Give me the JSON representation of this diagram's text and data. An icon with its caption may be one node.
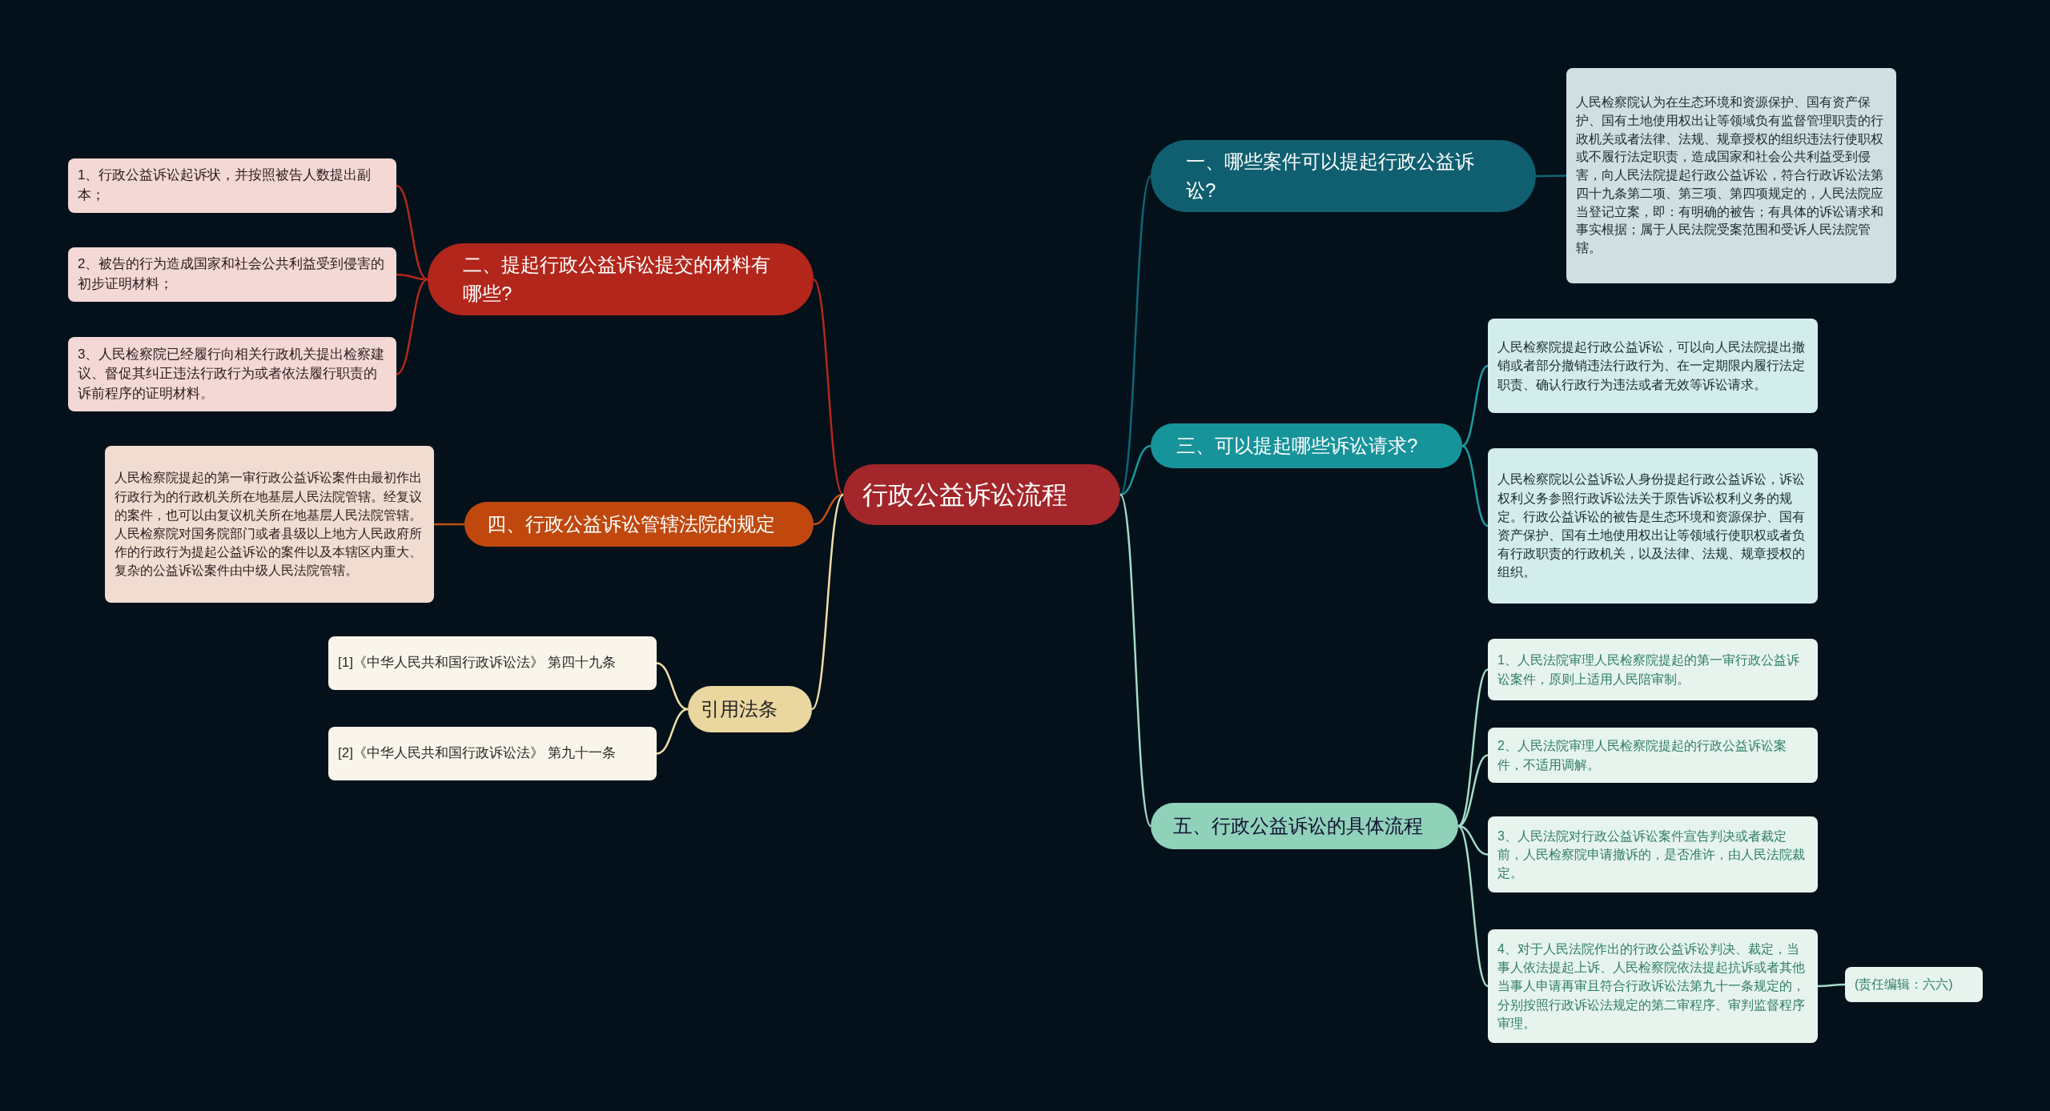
{
  "diagram": {
    "nodes": [
      {
        "text": [
          "行政公益诉讼流程"
        ]
      },
      {
        "text": [
          "一、哪些案件可以提起行政公益诉讼?"
        ]
      },
      {
        "text": [
          "人民检察院认为在生态环境和资源保护、国有资产保护、国有土地使用权出让等领域负有监督管理职责的行政机关或者法律、法规、规章授权的组织违法行使职权或不履行法定职责，造成国家和社会公共利益受到侵害，向人民法院提起行政公益诉讼，符合行政诉讼法第四十九条第二项、第三项、第四项规定的，人民法院应当登记立案，即：有明确的被告；有具体的诉讼请求和事实根据；属于人民法院受案范围和受诉人民法院管辖。"
        ]
      },
      {
        "text": [
          "二、提起行政公益诉讼提交的材料有哪些?"
        ]
      },
      {
        "text": [
          "1、行政公益诉讼起诉状，并按照被告人数提出副本；"
        ]
      },
      {
        "text": [
          "2、被告的行为造成国家和社会公共利益受到侵害的初步证明材料；"
        ]
      },
      {
        "text": [
          "3、人民检察院已经履行向相关行政机关提出检察建议、督促其纠正违法行政行为或者依法履行职责的诉前程序的证明材料。"
        ]
      },
      {
        "text": [
          "三、可以提起哪些诉讼请求?"
        ]
      },
      {
        "text": [
          "人民检察院提起行政公益诉讼，可以向人民法院提出撤销或者部分撤销违法行政行为、在一定期限内履行法定职责、确认行政行为违法或者无效等诉讼请求。"
        ]
      },
      {
        "text": [
          "人民检察院以公益诉讼人身份提起行政公益诉讼，诉讼权利义务参照行政诉讼法关于原告诉讼权利义务的规定。行政公益诉讼的被告是生态环境和资源保护、国有资产保护、国有土地使用权出让等领域行使职权或者负有行政职责的行政机关，以及法律、法规、规章授权的组织。"
        ]
      },
      {
        "text": [
          "四、行政公益诉讼管辖法院的规定"
        ]
      },
      {
        "text": [
          "人民检察院提起的第一审行政公益诉讼案件由最初作出行政行为的行政机关所在地基层人民法院管辖。经复议的案件，也可以由复议机关所在地基层人民法院管辖。人民检察院对国务院部门或者县级以上地方人民政府所作的行政行为提起公益诉讼的案件以及本辖区内重大、复杂的公益诉讼案件由中级人民法院管辖。"
        ]
      },
      {
        "text": [
          "引用法条"
        ]
      },
      {
        "text": [
          "[1]《中华人民共和国行政诉讼法》 第四十九条"
        ]
      },
      {
        "text": [
          "[2]《中华人民共和国行政诉讼法》 第九十一条"
        ]
      },
      {
        "text": [
          "五、行政公益诉讼的具体流程"
        ]
      },
      {
        "text": [
          "1、人民法院审理人民检察院提起的第一审行政公益诉讼案件，原则上适用人民陪审制。"
        ]
      },
      {
        "text": [
          "2、人民法院审理人民检察院提起的行政公益诉讼案件，不适用调解。"
        ]
      },
      {
        "text": [
          "3、人民法院对行政公益诉讼案件宣告判决或者裁定前，人民检察院申请撤诉的，是否准许，由人民法院裁定。"
        ]
      },
      {
        "text": [
          "4、对于人民法院作出的行政公益诉讼判决、裁定，当事人依法提起上诉、人民检察院依法提起抗诉或者其他当事人申请再审且符合行政诉讼法第九十一条规定的，分别按照行政诉讼法规定的第二审程序、审判监督程序审理。"
        ]
      },
      {
        "text": [
          "(责任编辑：六六)"
        ]
      }
    ],
    "edges": [
      {
        "from": 0,
        "to": 1,
        "arrow": "none",
        "color": "#0f6577"
      },
      {
        "from": 1,
        "to": 2,
        "arrow": "none",
        "color": "#0f6577"
      },
      {
        "from": 0,
        "to": 3,
        "arrow": "none",
        "color": "#b5281c"
      },
      {
        "from": 3,
        "to": 4,
        "arrow": "none",
        "color": "#b5281c"
      },
      {
        "from": 3,
        "to": 5,
        "arrow": "none",
        "color": "#b5281c"
      },
      {
        "from": 3,
        "to": 6,
        "arrow": "none",
        "color": "#b5281c"
      },
      {
        "from": 0,
        "to": 7,
        "arrow": "none",
        "color": "#1a9ba0"
      },
      {
        "from": 7,
        "to": 8,
        "arrow": "none",
        "color": "#1a9ba0"
      },
      {
        "from": 7,
        "to": 9,
        "arrow": "none",
        "color": "#1a9ba0"
      },
      {
        "from": 0,
        "to": 10,
        "arrow": "none",
        "color": "#c4500f"
      },
      {
        "from": 10,
        "to": 11,
        "arrow": "none",
        "color": "#c4500f"
      },
      {
        "from": 0,
        "to": 12,
        "arrow": "none",
        "color": "#f0dfa8"
      },
      {
        "from": 12,
        "to": 13,
        "arrow": "none",
        "color": "#f0dfa8"
      },
      {
        "from": 12,
        "to": 14,
        "arrow": "none",
        "color": "#f0dfa8"
      },
      {
        "from": 0,
        "to": 15,
        "arrow": "none",
        "color": "#a6dcc7"
      },
      {
        "from": 15,
        "to": 16,
        "arrow": "none",
        "color": "#a6dcc7"
      },
      {
        "from": 15,
        "to": 17,
        "arrow": "none",
        "color": "#a6dcc7"
      },
      {
        "from": 15,
        "to": 18,
        "arrow": "none",
        "color": "#a6dcc7"
      },
      {
        "from": 15,
        "to": 19,
        "arrow": "none",
        "color": "#a6dcc7"
      },
      {
        "from": 19,
        "to": 20,
        "arrow": "none",
        "color": "#a6dcc7"
      }
    ]
  }
}
